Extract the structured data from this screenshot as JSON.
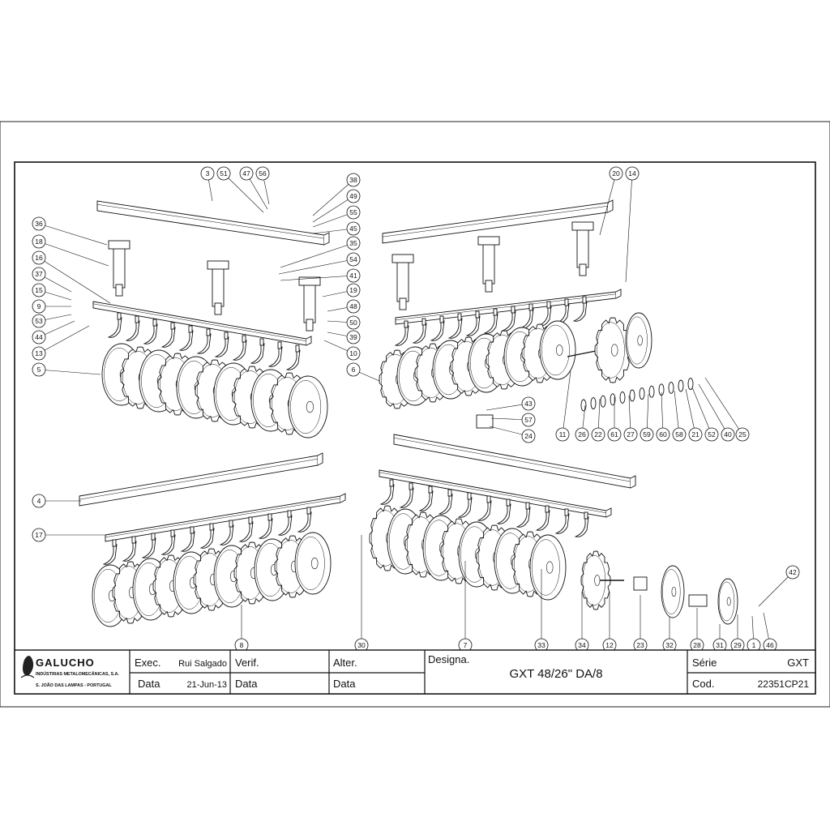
{
  "callouts": [
    {
      "n": "3"
    },
    {
      "n": "51"
    },
    {
      "n": "47"
    },
    {
      "n": "56"
    },
    {
      "n": "38"
    },
    {
      "n": "49"
    },
    {
      "n": "55"
    },
    {
      "n": "45"
    },
    {
      "n": "35"
    },
    {
      "n": "54"
    },
    {
      "n": "41"
    },
    {
      "n": "19"
    },
    {
      "n": "48"
    },
    {
      "n": "50"
    },
    {
      "n": "39"
    },
    {
      "n": "10"
    },
    {
      "n": "36"
    },
    {
      "n": "18"
    },
    {
      "n": "16"
    },
    {
      "n": "37"
    },
    {
      "n": "15"
    },
    {
      "n": "9"
    },
    {
      "n": "53"
    },
    {
      "n": "44"
    },
    {
      "n": "13"
    },
    {
      "n": "5"
    },
    {
      "n": "6"
    },
    {
      "n": "20"
    },
    {
      "n": "14"
    },
    {
      "n": "43"
    },
    {
      "n": "57"
    },
    {
      "n": "24"
    },
    {
      "n": "11"
    },
    {
      "n": "26"
    },
    {
      "n": "22"
    },
    {
      "n": "61"
    },
    {
      "n": "27"
    },
    {
      "n": "59"
    },
    {
      "n": "60"
    },
    {
      "n": "58"
    },
    {
      "n": "21"
    },
    {
      "n": "52"
    },
    {
      "n": "40"
    },
    {
      "n": "25"
    },
    {
      "n": "4"
    },
    {
      "n": "17"
    },
    {
      "n": "8"
    },
    {
      "n": "30"
    },
    {
      "n": "7"
    },
    {
      "n": "33"
    },
    {
      "n": "34"
    },
    {
      "n": "12"
    },
    {
      "n": "23"
    },
    {
      "n": "32"
    },
    {
      "n": "28"
    },
    {
      "n": "31"
    },
    {
      "n": "29"
    },
    {
      "n": "1"
    },
    {
      "n": "46"
    },
    {
      "n": "42"
    }
  ],
  "title_block": {
    "company": "GALUCHO",
    "company_sub1": "INDÚSTRIAS METALOMECÂNICAS, S.A.",
    "company_sub2": "S. JOÃO DAS LAMPAS - PORTUGAL",
    "exec_label": "Exec.",
    "exec_value": "Rui Salgado",
    "verif_label": "Verif.",
    "alter_label": "Alter.",
    "data_label": "Data",
    "data_value": "21-Jun-13",
    "data_label_2": "Data",
    "data_label_3": "Data",
    "designa_label": "Designa.",
    "designation": "GXT 48/26\" DA/8",
    "serie_label": "Série",
    "serie_value": "GXT",
    "cod_label": "Cod.",
    "cod_value": "22351CP21"
  }
}
